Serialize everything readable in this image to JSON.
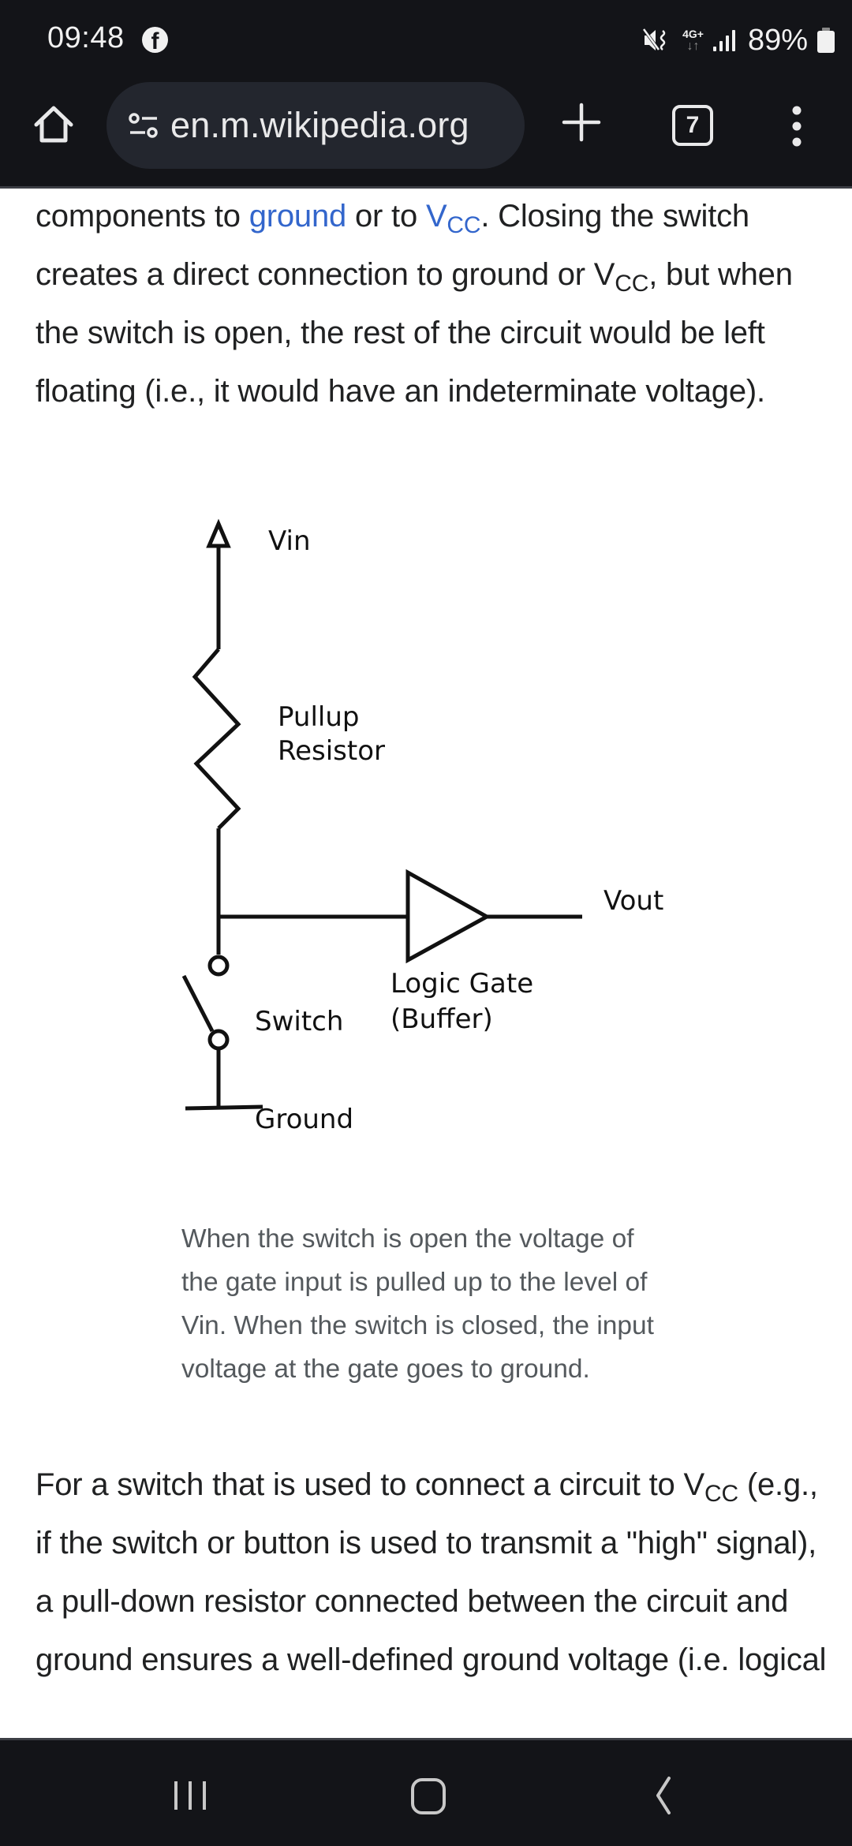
{
  "status_bar": {
    "time": "09:48",
    "notification_icons": [
      "facebook-icon"
    ],
    "network_label": "4G+",
    "battery_percent": "89%",
    "icons": [
      "mute-vibrate-icon",
      "network-4g-icon",
      "signal-icon",
      "battery-icon"
    ]
  },
  "browser": {
    "url": "en.m.wikipedia.org",
    "tab_count": "7",
    "buttons": {
      "home": "home-icon",
      "site_settings": "site-settings-icon",
      "new_tab": "plus-icon",
      "tabs": "tab-switcher-icon",
      "menu": "more-vertical-icon"
    }
  },
  "article": {
    "paragraph1": {
      "parts": {
        "p1_a": "components to ",
        "p1_link_ground": "ground",
        "p1_b": " or to ",
        "p1_link_v": "V",
        "p1_link_sub": "CC",
        "p1_c": ". Closing the switch creates a direct connection to ground or ",
        "p1_v2": "V",
        "p1_v2_sub": "CC",
        "p1_d": ", but when the switch is open, the rest of the circuit would be left floating (i.e., it would have an indeterminate voltage)."
      }
    },
    "figure": {
      "labels": {
        "vin": "Vin",
        "pullup_line1": "Pullup",
        "pullup_line2": "Resistor",
        "vout": "Vout",
        "gate_line1": "Logic Gate",
        "gate_line2": "(Buffer)",
        "switch": "Switch",
        "ground": "Ground"
      },
      "caption": "When the switch is open the voltage of the gate input is pulled up to the level of Vin. When the switch is closed, the input voltage at the gate goes to ground."
    },
    "paragraph2": {
      "parts": {
        "p2_a": "For a switch that is used to connect a circuit to ",
        "p2_v": "V",
        "p2_v_sub": "CC",
        "p2_b": " (e.g., if the switch or button is used to transmit a \"high\" signal), a pull-down resistor connected between the circuit and ground ensures a well-defined ground voltage (i.e. logical"
      }
    },
    "link_color": "#3366cc",
    "text_color": "#202122",
    "caption_color": "#54595d"
  },
  "nav_bar": {
    "buttons": [
      "recents-icon",
      "home-icon",
      "back-icon"
    ]
  }
}
